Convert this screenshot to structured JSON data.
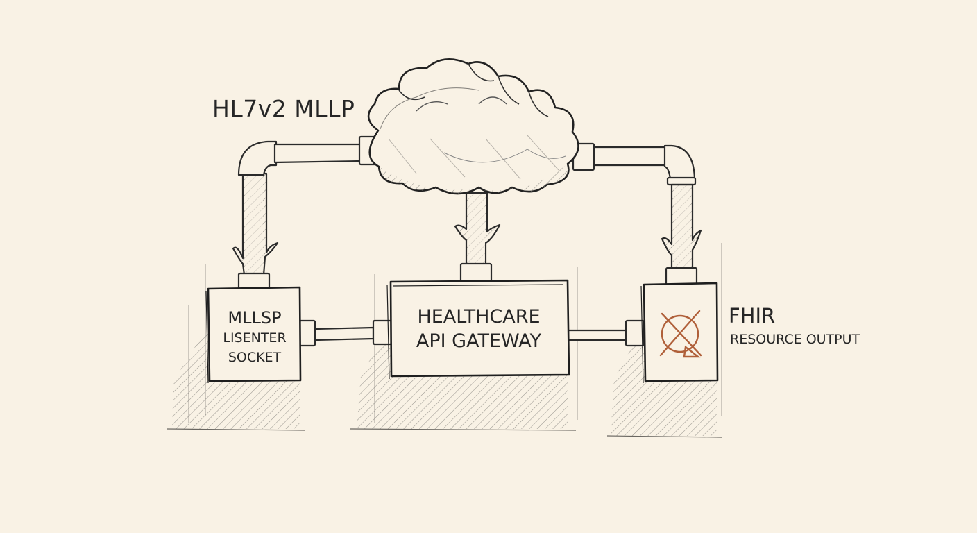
{
  "diagram": {
    "protocol_label": "HL7v2 MLLP",
    "listener": {
      "line1": "MLLSP",
      "line2": "LISENTER",
      "line3": "SOCKET"
    },
    "gateway": {
      "line1": "HEALTHCARE",
      "line2": "API GATEWAY"
    },
    "output": {
      "title": "FHIR",
      "subtitle": "RESOURCE OUTPUT"
    },
    "colors": {
      "paper": "#f9f2e5",
      "ink": "#262626",
      "hatch": "#8a8782",
      "accent": "#b0603a"
    },
    "icons": [
      "cloud-icon",
      "fhir-resource-icon"
    ]
  }
}
